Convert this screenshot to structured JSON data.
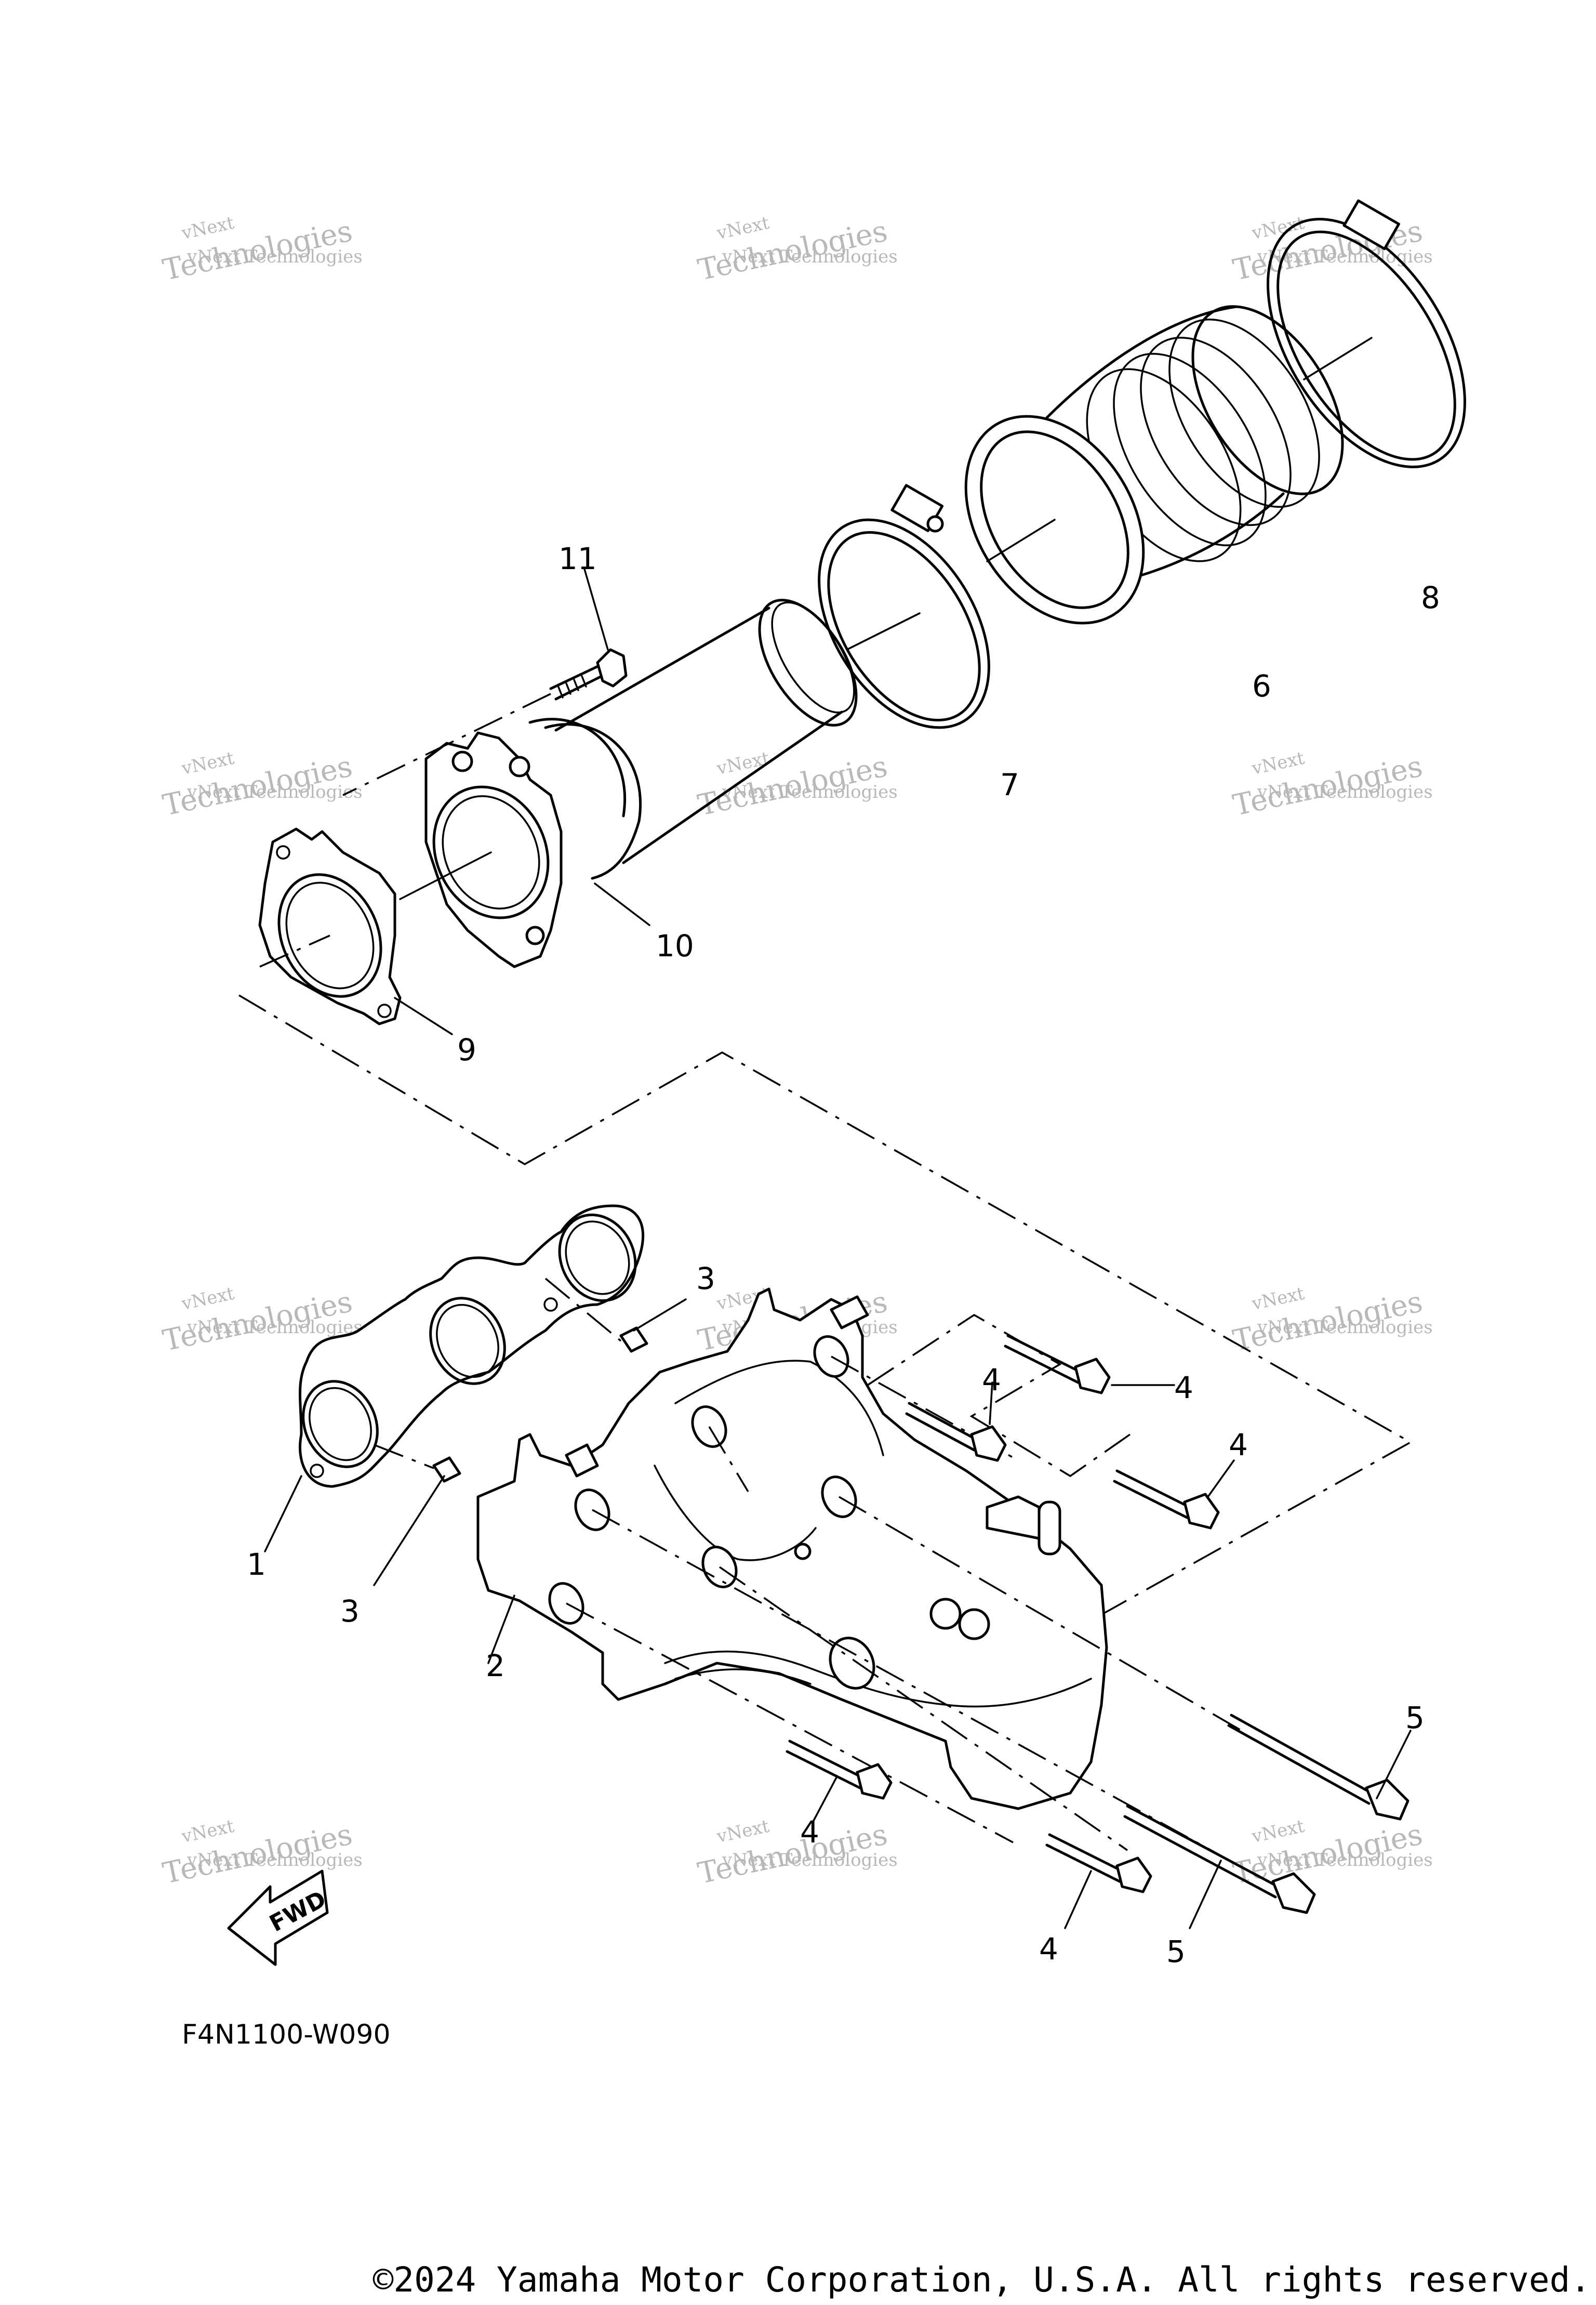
{
  "diagram": {
    "code": "F4N1100-W090",
    "copyright": "©2024 Yamaha Motor Corporation, U.S.A. All rights reserved.",
    "fwd_label": "FWD",
    "watermark": {
      "line1": "vNext Technologies",
      "line2": "Technologies",
      "line0": "vNext"
    },
    "callouts": {
      "c1": "1",
      "c2": "2",
      "c3a": "3",
      "c3b": "3",
      "c4a": "4",
      "c4b": "4",
      "c4c": "4",
      "c4d": "4",
      "c4e": "4",
      "c5a": "5",
      "c5b": "5",
      "c6": "6",
      "c7": "7",
      "c8": "8",
      "c9": "9",
      "c10": "10",
      "c11": "11"
    }
  }
}
